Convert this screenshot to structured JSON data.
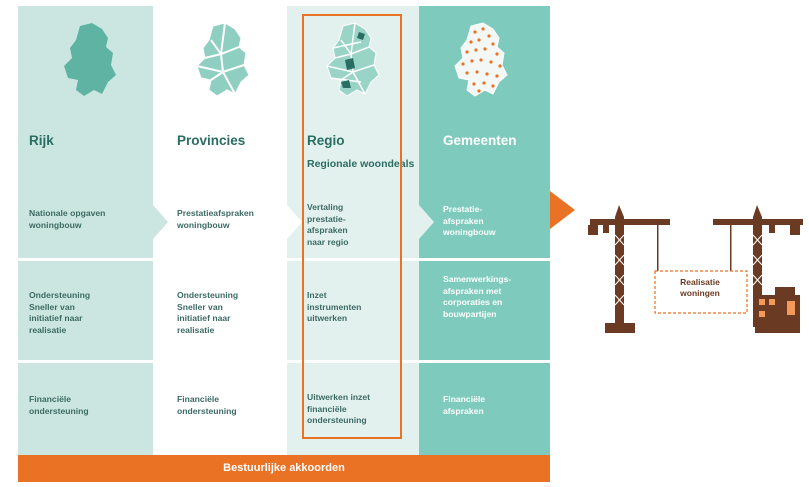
{
  "columns": [
    {
      "title": "Rijk",
      "subtitle": "",
      "rows": [
        "Nationale opgaven\nwoningbouw",
        "Ondersteuning\nSneller van\ninitiatief naar\nrealisatie",
        "Financiële\nondersteuning"
      ]
    },
    {
      "title": "Provincies",
      "subtitle": "",
      "rows": [
        "Prestatieafspraken\nwoningbouw",
        "Ondersteuning\nSneller van\ninitiatief naar\nrealisatie",
        "Financiële\nondersteuning"
      ]
    },
    {
      "title": "Regio",
      "subtitle": "Regionale\nwoondeals",
      "rows": [
        "Vertaling\nprestatie-\nafspraken\nnaar regio",
        "Inzet\ninstrumenten\nuitwerken",
        "Uitwerken inzet\nfinanciële\nondersteuning"
      ]
    },
    {
      "title": "Gemeenten",
      "subtitle": "",
      "rows": [
        "Prestatie-\nafspraken\nwoningbouw",
        "Samenwerkings-\nafspraken met\ncorporaties en\nbouwpartijen",
        "Financiële\nafspraken"
      ]
    }
  ],
  "footer": {
    "label": "Bestuurlijke akkoorden"
  },
  "illustration": {
    "label": "Realisatie\nwoningen"
  },
  "colors": {
    "orange": "#ea7224",
    "teal_dark": "#2a6d63",
    "teal_light": "#cbe6e0",
    "teal_mid": "#7ecbbd",
    "crane_brown": "#6b3a22"
  },
  "icons": [
    "netherlands-map-icon",
    "provinces-map-icon",
    "regions-map-icon",
    "municipalities-map-icon",
    "construction-cranes-icon",
    "arrow-right-icon"
  ]
}
